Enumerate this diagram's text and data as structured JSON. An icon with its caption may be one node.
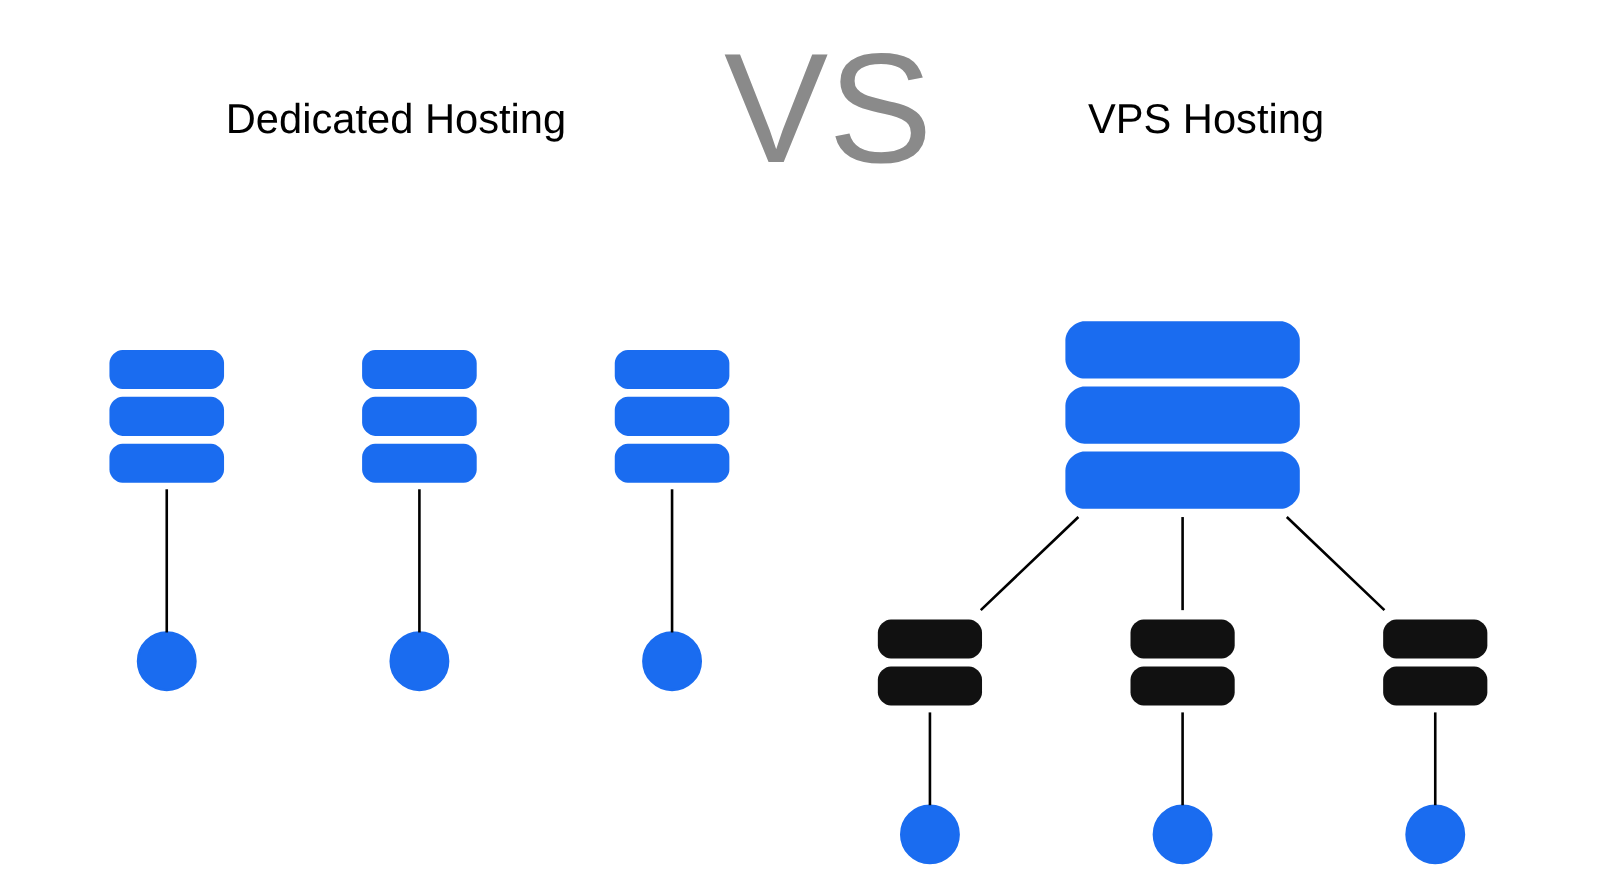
{
  "diagram": {
    "nodes": [
      {
        "text": [],
        "shape": "server"
      },
      {
        "text": [],
        "shape": "server"
      },
      {
        "text": [],
        "shape": "server"
      },
      {
        "text": [],
        "shape": "person"
      },
      {
        "text": [],
        "shape": "person"
      },
      {
        "text": [],
        "shape": "person"
      },
      {
        "text": [],
        "shape": "server"
      },
      {
        "text": [],
        "shape": "server"
      },
      {
        "text": [],
        "shape": "server"
      },
      {
        "text": [],
        "shape": "server"
      },
      {
        "text": [],
        "shape": "person"
      },
      {
        "text": [],
        "shape": "person"
      },
      {
        "text": [],
        "shape": "person"
      }
    ],
    "edges": [
      {
        "from": 0,
        "to": 3,
        "arrow": "none"
      },
      {
        "from": 1,
        "to": 4,
        "arrow": "none"
      },
      {
        "from": 2,
        "to": 5,
        "arrow": "none"
      },
      {
        "from": 6,
        "to": 7,
        "arrow": "none"
      },
      {
        "from": 6,
        "to": 8,
        "arrow": "none"
      },
      {
        "from": 6,
        "to": 9,
        "arrow": "none"
      },
      {
        "from": 7,
        "to": 10,
        "arrow": "none"
      },
      {
        "from": 8,
        "to": 11,
        "arrow": "none"
      },
      {
        "from": 9,
        "to": 12,
        "arrow": "none"
      }
    ],
    "labels": [
      "Dedicated Hosting",
      "VS",
      "VPS Hosting"
    ]
  }
}
